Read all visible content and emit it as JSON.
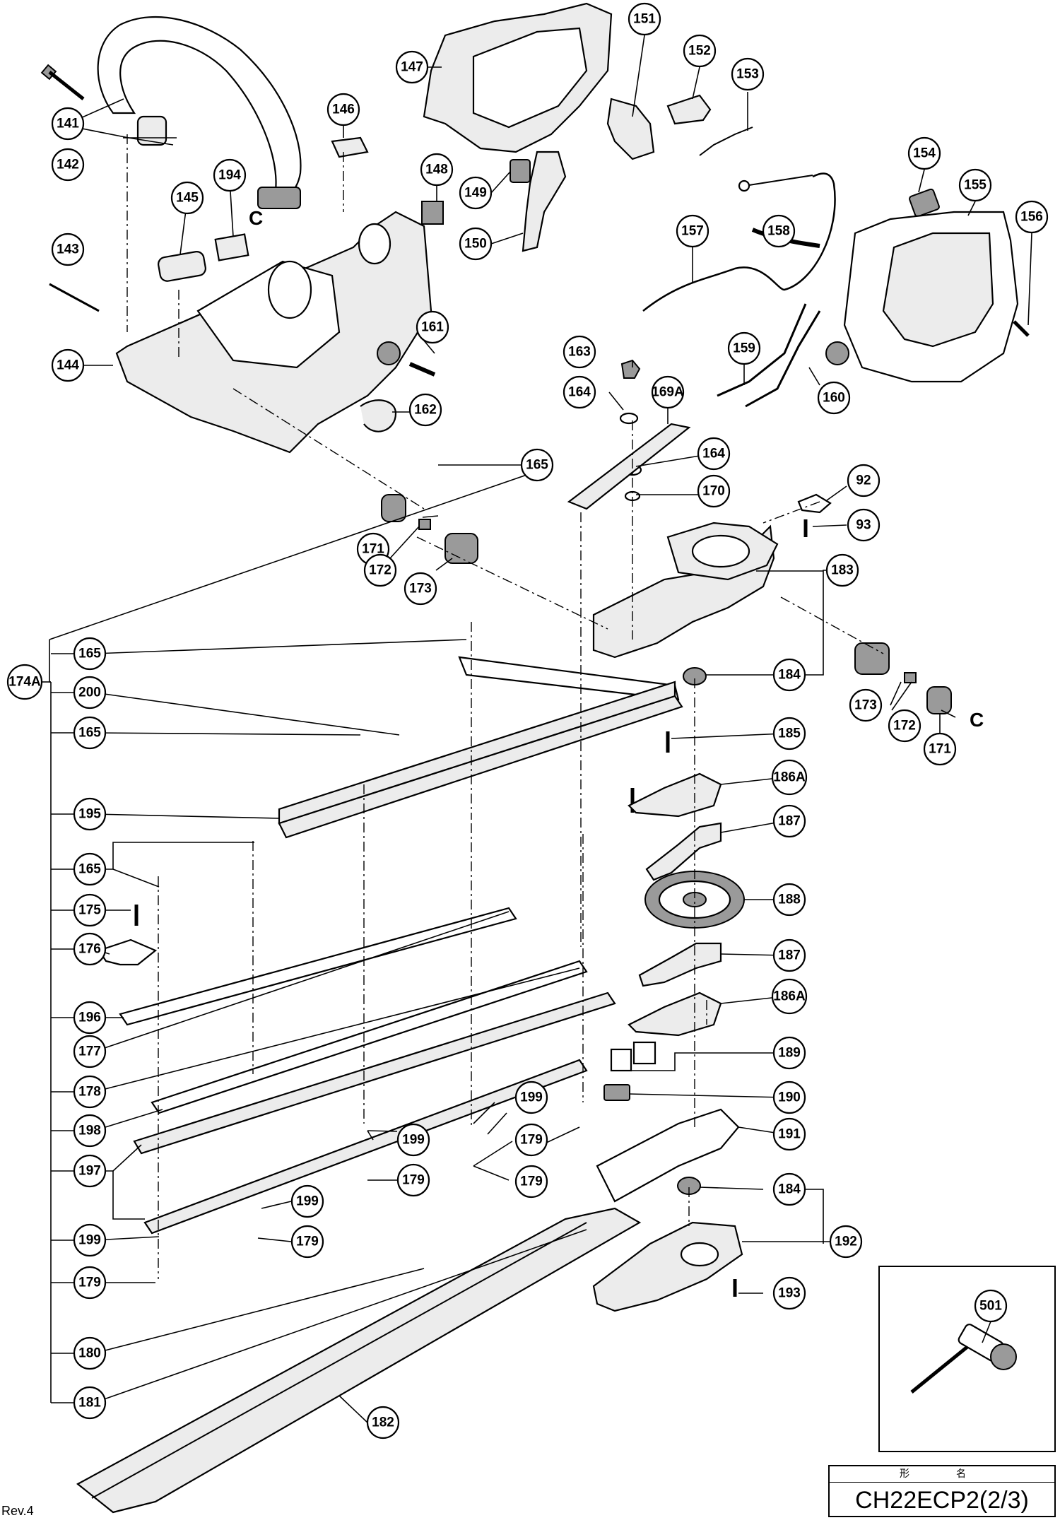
{
  "labels": {
    "p141": "141",
    "p142": "142",
    "p143": "143",
    "p144": "144",
    "p145": "145",
    "p146": "146",
    "p147": "147",
    "p148": "148",
    "p149": "149",
    "p150": "150",
    "p151": "151",
    "p152": "152",
    "p153": "153",
    "p154": "154",
    "p155": "155",
    "p156": "156",
    "p157": "157",
    "p158": "158",
    "p159": "159",
    "p160": "160",
    "p161": "161",
    "p162": "162",
    "p163": "163",
    "p164a": "164",
    "p164b": "164",
    "p165a": "165",
    "p165b": "165",
    "p165c": "165",
    "p165d": "165",
    "p169a": "169A",
    "p170": "170",
    "p171a": "171",
    "p171b": "171",
    "p172a": "172",
    "p172b": "172",
    "p173a": "173",
    "p173b": "173",
    "p174a": "174A",
    "p175": "175",
    "p176": "176",
    "p177": "177",
    "p178": "178",
    "p179a": "179",
    "p179b": "179",
    "p179c": "179",
    "p179d": "179",
    "p179e": "179",
    "p180": "180",
    "p181": "181",
    "p182": "182",
    "p183": "183",
    "p184a": "184",
    "p184b": "184",
    "p185": "185",
    "p186a1": "186A",
    "p186a2": "186A",
    "p187a": "187",
    "p187b": "187",
    "p188": "188",
    "p189": "189",
    "p190": "190",
    "p191": "191",
    "p192": "192",
    "p193": "193",
    "p194": "194",
    "p195": "195",
    "p196": "196",
    "p197": "197",
    "p198": "198",
    "p199a": "199",
    "p199b": "199",
    "p199c": "199",
    "p199d": "199",
    "p200": "200",
    "p92": "92",
    "p93": "93",
    "p501": "501"
  },
  "markers": {
    "c_left": "C",
    "c_right": "C"
  },
  "model_box": {
    "header": "形　名",
    "name": "CH22ECP2(2/3)"
  },
  "revision": "Rev.4"
}
